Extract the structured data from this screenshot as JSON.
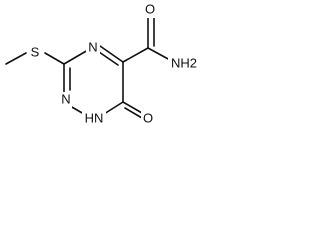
{
  "molecule": {
    "atoms": {
      "sulfur": "S",
      "ring_n_upper": "N",
      "ring_n_left": "N",
      "ring_nh": "HN",
      "carbonyl_o_top": "O",
      "amide_nh2": "NH2",
      "ring_o_bottom": "O"
    }
  }
}
